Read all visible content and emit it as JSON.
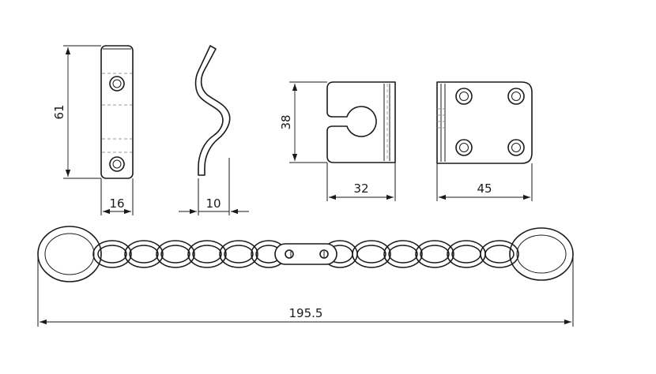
{
  "dimensions": {
    "bracket_height": "61",
    "bracket_width": "16",
    "spring_width": "10",
    "plate_height": "38",
    "plate_width": "32",
    "hinge_plate_width": "45",
    "chain_length": "195.5"
  },
  "colors": {
    "line": "#1a1a1a",
    "hidden_line": "#9a9a9a",
    "background": "#ffffff"
  }
}
